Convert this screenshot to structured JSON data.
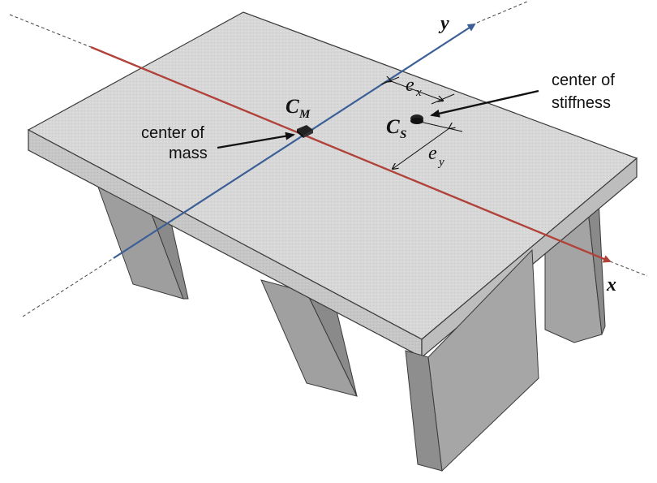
{
  "labels": {
    "axis_y": "y",
    "axis_x": "x",
    "center_mass_symbol": "C",
    "center_mass_sub": "M",
    "center_stiff_symbol": "C",
    "center_stiff_sub": "S",
    "ex_symbol": "e",
    "ex_sub": "x",
    "ey_symbol": "e",
    "ey_sub": "y",
    "center_of_mass_line1": "center of",
    "center_of_mass_line2": "mass",
    "center_of_stiffness_line1": "center of",
    "center_of_stiffness_line2": "stiffness"
  },
  "colors": {
    "x_axis": "#b0423a",
    "y_axis": "#3b5f96",
    "slab_top": "#d9d9d9",
    "slab_side": "#c4c4c4",
    "column_light": "#a9a9a9",
    "column_dark": "#8c8c8c",
    "outline": "#3a3a3a"
  }
}
